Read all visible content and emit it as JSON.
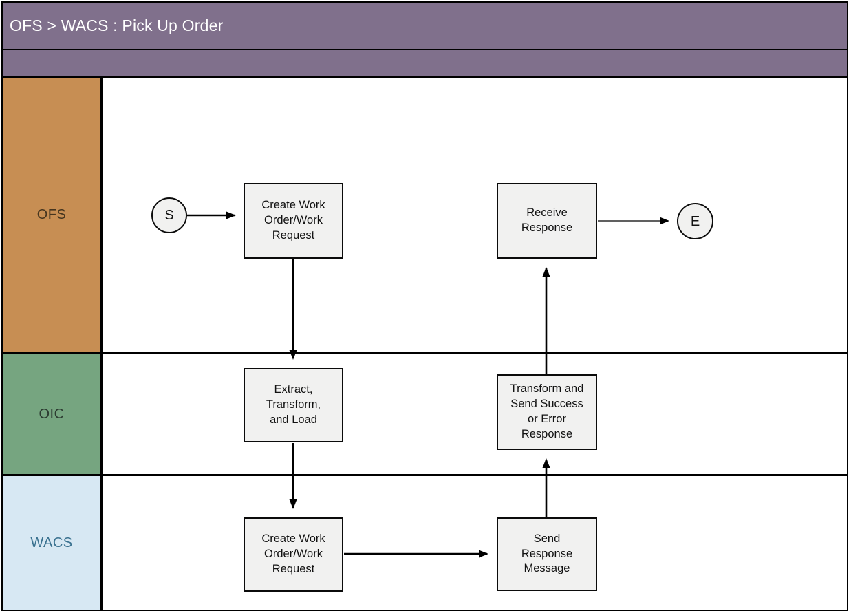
{
  "title": "OFS > WACS : Pick Up Order",
  "colors": {
    "header_fill": "#80708C",
    "header_text": "#FFFFFF",
    "ofs_lane_fill": "#C78E53",
    "oic_lane_fill": "#76A580",
    "wacs_lane_fill": "#D7E8F3",
    "node_fill": "#F1F1F0",
    "line_color": "#000000"
  },
  "lanes": {
    "ofs": {
      "label": "OFS"
    },
    "oic": {
      "label": "OIC"
    },
    "wacs": {
      "label": "WACS"
    }
  },
  "nodes": {
    "start": {
      "label": "S",
      "type": "start",
      "lane": "ofs"
    },
    "ofs_create_work_order": {
      "label": "Create Work\nOrder/Work\nRequest",
      "type": "process",
      "lane": "ofs"
    },
    "receive_response": {
      "label": "Receive\nResponse",
      "type": "process",
      "lane": "ofs"
    },
    "end": {
      "label": "E",
      "type": "end",
      "lane": "ofs"
    },
    "extract_transform_load": {
      "label": "Extract,\nTransform,\nand Load",
      "type": "process",
      "lane": "oic"
    },
    "transform_send_response": {
      "label": "Transform and\nSend Success\nor Error\nResponse",
      "type": "process",
      "lane": "oic"
    },
    "wacs_create_work_order": {
      "label": "Create Work\nOrder/Work\nRequest",
      "type": "process",
      "lane": "wacs"
    },
    "send_response_message": {
      "label": "Send\nResponse\nMessage",
      "type": "process",
      "lane": "wacs"
    }
  },
  "edges": [
    {
      "from": "start",
      "to": "ofs_create_work_order"
    },
    {
      "from": "ofs_create_work_order",
      "to": "extract_transform_load"
    },
    {
      "from": "extract_transform_load",
      "to": "wacs_create_work_order"
    },
    {
      "from": "wacs_create_work_order",
      "to": "send_response_message"
    },
    {
      "from": "send_response_message",
      "to": "transform_send_response"
    },
    {
      "from": "transform_send_response",
      "to": "receive_response"
    },
    {
      "from": "receive_response",
      "to": "end"
    }
  ]
}
